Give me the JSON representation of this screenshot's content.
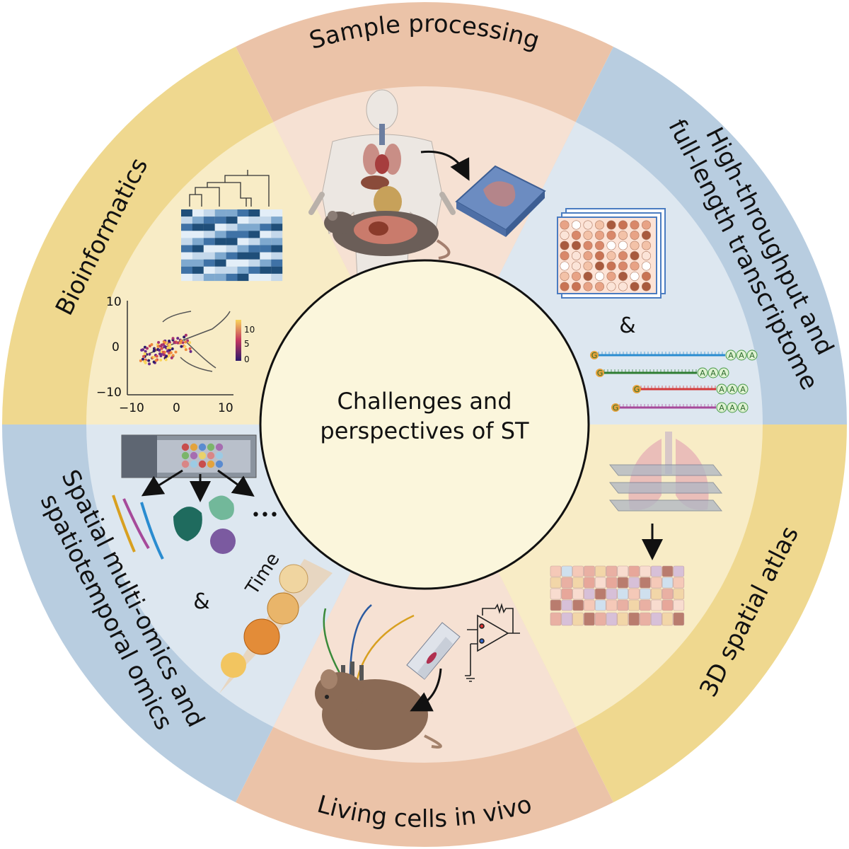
{
  "center": {
    "line1": "Challenges and",
    "line2": "perspectives of ST"
  },
  "sectors": {
    "sample_processing": "Sample processing",
    "high_throughput_line1": "High-throughput and",
    "high_throughput_line2": "full-length transcriptome",
    "spatial_atlas": "3D spatial atlas",
    "living_cells": "Living cells in vivo",
    "multi_omics_line1": "Spatial multi-omics and",
    "multi_omics_line2": "spatiotemporal omics",
    "bioinformatics": "Bioinformatics"
  },
  "inline_text": {
    "ampersand_transcriptome": "&",
    "ampersand_omics": "&",
    "time_label": "Time",
    "ellipsis": "•••"
  },
  "trajectory_plot": {
    "x_ticks": [
      "−10",
      "0",
      "10"
    ],
    "y_ticks": [
      "10",
      "0",
      "−10"
    ],
    "colorbar_ticks": [
      "10",
      "5",
      "0"
    ]
  },
  "polyA_labels": {
    "g": "G",
    "a": "A"
  },
  "colors": {
    "peach_outer": "#ebc3a8",
    "peach_inner": "#f6e1d3",
    "blue_outer": "#b8cde0",
    "blue_inner": "#dde7f0",
    "yellow_outer": "#efd88f",
    "yellow_inner": "#f8ecc6",
    "center_fill": "#fbf6dc"
  }
}
